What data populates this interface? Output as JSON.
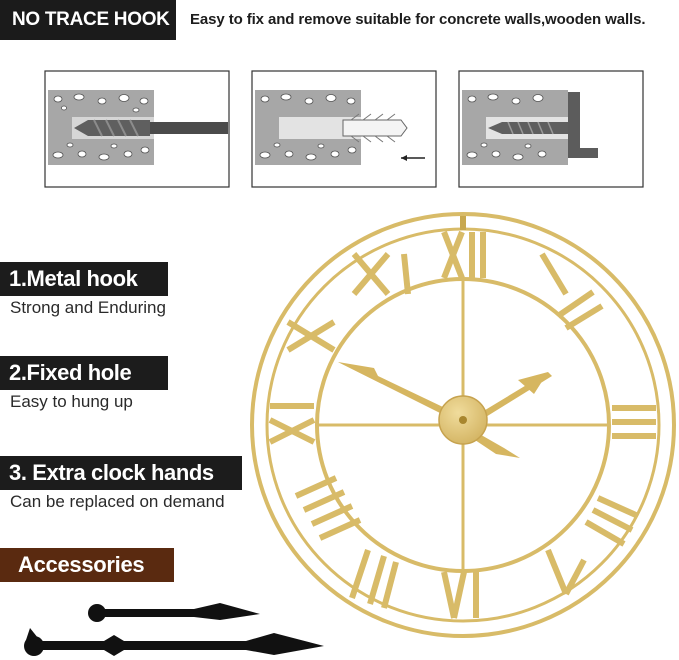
{
  "header": {
    "tag": "NO TRACE HOOK",
    "description": "Easy to fix and remove suitable for concrete walls,wooden walls."
  },
  "features": [
    {
      "title": "1.Metal hook",
      "subtitle": "Strong and Enduring"
    },
    {
      "title": "2.Fixed hole",
      "subtitle": "Easy to hung up"
    },
    {
      "title": "3. Extra clock hands",
      "subtitle": "Can be replaced on demand"
    }
  ],
  "accessories": {
    "title": "Accessories"
  },
  "colors": {
    "dark_label": "#1c1c1c",
    "accessories_label": "#5a2a10",
    "clock_gold": "#d9bc6c",
    "hand_black": "#111111"
  }
}
